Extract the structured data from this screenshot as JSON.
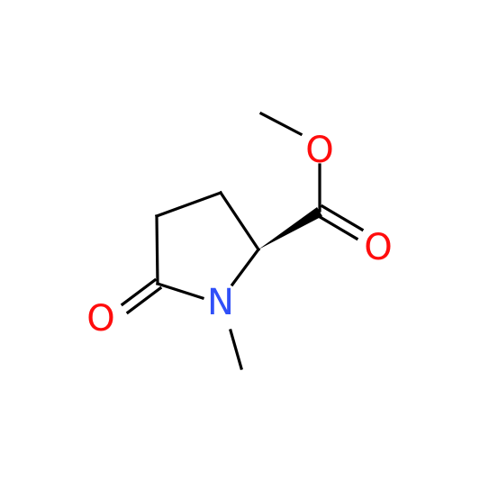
{
  "molecule": {
    "atoms": {
      "ester_o_single": {
        "symbol": "O",
        "color": "#ff0d0d"
      },
      "ester_o_double": {
        "symbol": "O",
        "color": "#ff0d0d"
      },
      "ring_n": {
        "symbol": "N",
        "color": "#3050f8"
      },
      "lactam_o": {
        "symbol": "O",
        "color": "#ff0d0d"
      }
    },
    "bond_color": "#000000"
  }
}
